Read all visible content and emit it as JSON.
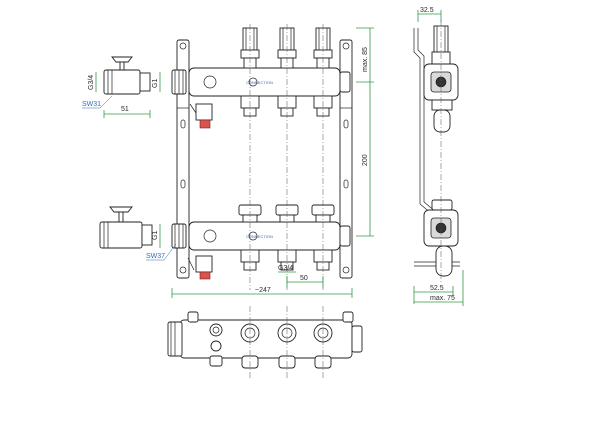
{
  "drawing": {
    "brand_label": "CONNECTION",
    "dimensions": {
      "top_right_width": "32.5",
      "max_top": "max. 85",
      "height_200": "200",
      "width_51": "51",
      "sw31": "SW31",
      "sw37": "SW37",
      "g34_top": "G3/4",
      "g1_top": "G1",
      "g1_bottom": "G1",
      "g34_outlet": "G3/4",
      "spacing_50": "50",
      "overall_247": "~247",
      "side_52_5": "52.5",
      "side_max_75": "max. 75"
    }
  },
  "colors": {
    "line": "#222222",
    "dimension": "#2f9a46",
    "callout": "#2f6fb5",
    "drain_valve": "#d9534f"
  }
}
